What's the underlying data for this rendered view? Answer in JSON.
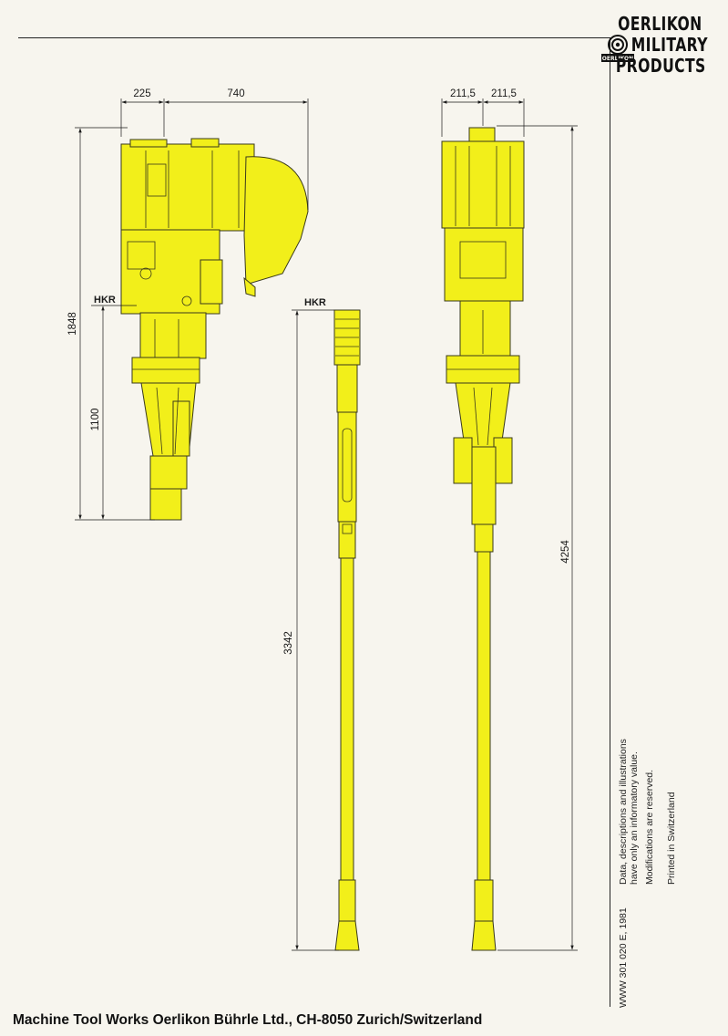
{
  "logo": {
    "line1": "OERLIKON",
    "line2": "MILITARY",
    "line3": "PRODUCTS",
    "mark_text": "OERLIKON",
    "icon": "oerlikon-roundel-icon"
  },
  "dimensions": {
    "top_left_width": "225",
    "top_right_width": "740",
    "rear_half_width_left": "211,5",
    "rear_half_width_right": "211,5",
    "total_height_side": "1848",
    "hkr_height_side": "1100",
    "barrel_length": "3342",
    "total_length": "4254",
    "hkr_label_side": "HKR",
    "hkr_label_barrel": "HKR"
  },
  "side_notes": {
    "reference": "WWW 301 020 E, 1981",
    "data_line1": "Data, descriptions and illustrations",
    "data_line2": "have only an informatory value.",
    "modifications": "Modifications are reserved.",
    "printed": "Printed in Switzerland"
  },
  "footer": {
    "company": "Machine Tool Works Oerlikon Bührle Ltd., CH-8050 Zurich/Switzerland"
  },
  "colors": {
    "gun_yellow": "#f2ef1a",
    "outline": "#3a3a1c",
    "paper": "#f7f5ee"
  }
}
